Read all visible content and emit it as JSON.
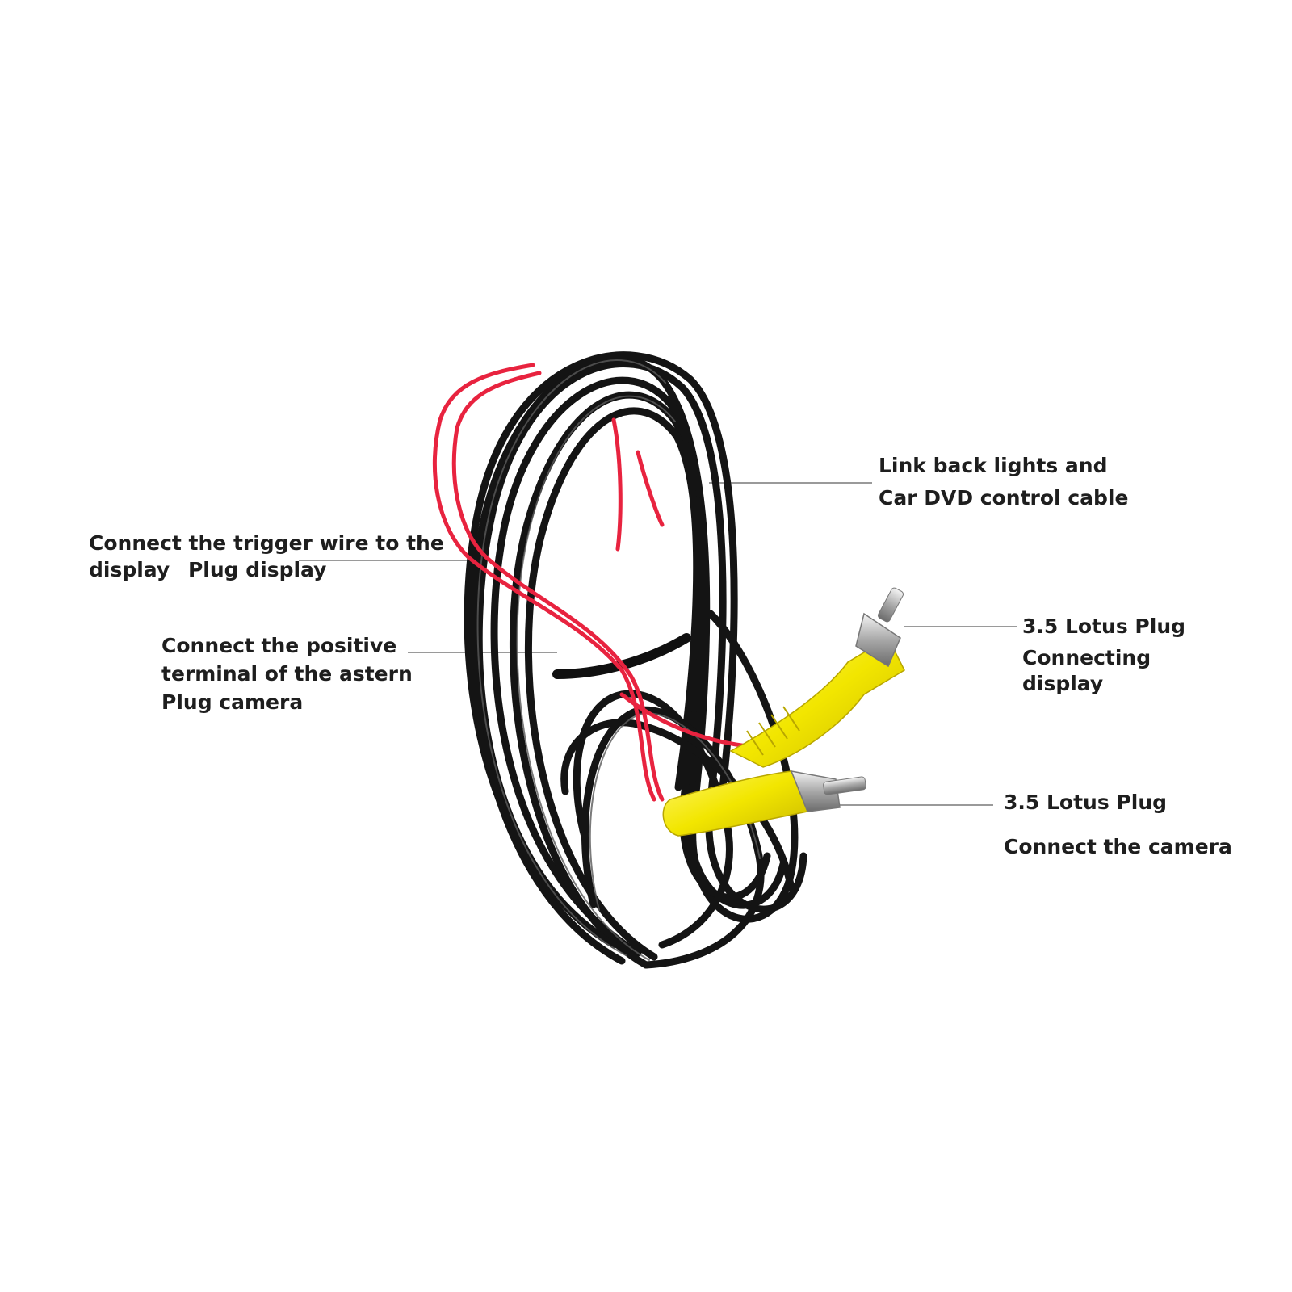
{
  "callouts": {
    "trigger_wire": {
      "line1": "Connect the trigger wire to the",
      "line2a": "display",
      "line2b": "Plug display"
    },
    "positive_terminal": {
      "line1": "Connect the positive",
      "line2": "terminal of the astern",
      "line3": "Plug camera"
    },
    "back_lights": {
      "line1": "Link back lights and",
      "line2": "Car DVD control cable"
    },
    "lotus_display": {
      "line1": "3.5 Lotus Plug",
      "line2": "Connecting",
      "line3": "display"
    },
    "lotus_camera": {
      "line1": "3.5 Lotus Plug",
      "line2": "Connect the camera"
    }
  },
  "colors": {
    "cable": "#141414",
    "cable_highlight": "#5a5a5a",
    "red_wire": "#e8233f",
    "plug_yellow": "#f2e600",
    "leader_line": "#9a9a9a",
    "text": "#1e1e1e"
  },
  "icons": {
    "product": "coiled-video-extension-cable"
  }
}
